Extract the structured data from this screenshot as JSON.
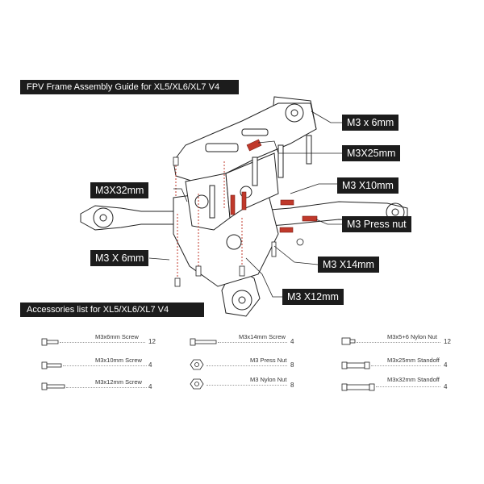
{
  "title": "FPV Frame Assembly Guide for XL5/XL6/XL7 V4",
  "callouts": {
    "m3x6_top": "M3 x 6mm",
    "m3x25": "M3X25mm",
    "m3x32": "M3X32mm",
    "m3x10": "M3 X10mm",
    "press_nut": "M3 Press nut",
    "m3x6_left": "M3 X 6mm",
    "m3x14": "M3 X14mm",
    "m3x12": "M3 X12mm"
  },
  "accessories_title": "Accessories list for XL5/XL6/XL7  V4",
  "accessories": {
    "col1": [
      {
        "name": "M3x6mm Screw",
        "qty": "12",
        "icon": "screw-icon"
      },
      {
        "name": "M3x10mm Screw",
        "qty": "4",
        "icon": "screw-icon"
      },
      {
        "name": "M3x12mm Screw",
        "qty": "4",
        "icon": "screw-icon"
      }
    ],
    "col2": [
      {
        "name": "M3x14mm Screw",
        "qty": "4",
        "icon": "screw-icon"
      },
      {
        "name": "M3 Press Nut",
        "qty": "8",
        "icon": "press-nut-icon"
      },
      {
        "name": "M3 Nylon Nut",
        "qty": "8",
        "icon": "nylon-nut-icon"
      }
    ],
    "col3": [
      {
        "name": "M3x5+6 Nylon Nut",
        "qty": "12",
        "icon": "nylon-standoff-icon"
      },
      {
        "name": "M3x25mm Standoff",
        "qty": "4",
        "icon": "standoff-icon"
      },
      {
        "name": "M3x32mm Standoff",
        "qty": "4",
        "icon": "standoff-icon"
      }
    ]
  },
  "colors": {
    "banner": "#1c1c1c",
    "hardware_red": "#c0392b",
    "line": "#222222"
  }
}
